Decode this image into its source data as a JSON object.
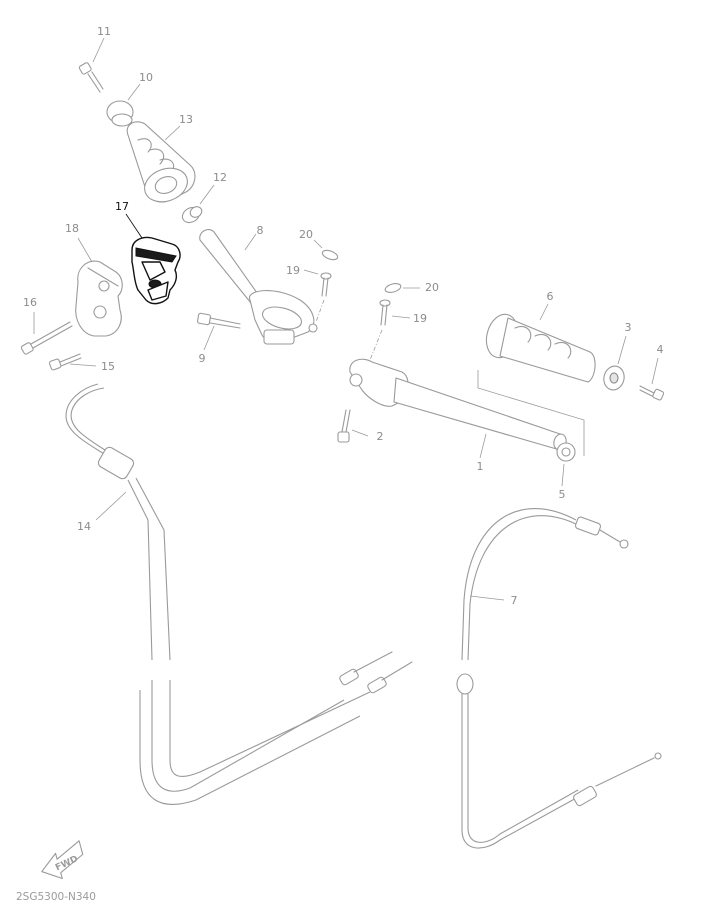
{
  "diagram": {
    "drawing_code": "2SG5300-N340",
    "direction_label": "FWD",
    "highlighted_part": "17",
    "callouts": [
      {
        "id": "c1",
        "label": "1"
      },
      {
        "id": "c2",
        "label": "2"
      },
      {
        "id": "c3",
        "label": "3"
      },
      {
        "id": "c4",
        "label": "4"
      },
      {
        "id": "c5",
        "label": "5"
      },
      {
        "id": "c6",
        "label": "6"
      },
      {
        "id": "c7",
        "label": "7"
      },
      {
        "id": "c8",
        "label": "8"
      },
      {
        "id": "c9",
        "label": "9"
      },
      {
        "id": "c10",
        "label": "10"
      },
      {
        "id": "c11",
        "label": "11"
      },
      {
        "id": "c12",
        "label": "12"
      },
      {
        "id": "c13",
        "label": "13"
      },
      {
        "id": "c14",
        "label": "14"
      },
      {
        "id": "c15",
        "label": "15"
      },
      {
        "id": "c16",
        "label": "16"
      },
      {
        "id": "c17",
        "label": "17"
      },
      {
        "id": "c18",
        "label": "18"
      },
      {
        "id": "c19a",
        "label": "19"
      },
      {
        "id": "c19b",
        "label": "19"
      },
      {
        "id": "c20a",
        "label": "20"
      },
      {
        "id": "c20b",
        "label": "20"
      }
    ]
  }
}
